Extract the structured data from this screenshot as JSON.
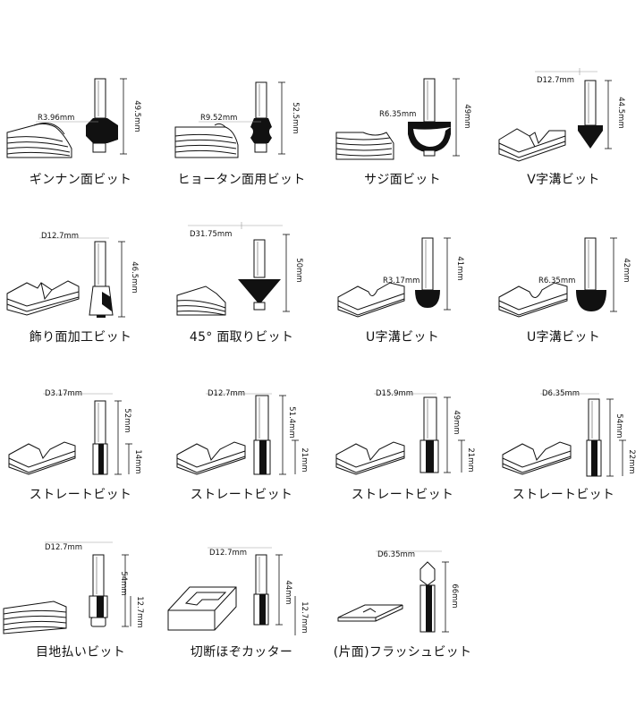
{
  "bits": [
    {
      "name": "ギンナン面ビット",
      "top_dim": "R3.96mm",
      "len_dim": "49.5mm"
    },
    {
      "name": "ヒョータン面用ビット",
      "top_dim": "R9.52mm",
      "len_dim": "52.5mm"
    },
    {
      "name": "サジ面ビット",
      "top_dim": "R6.35mm",
      "len_dim": "49mm"
    },
    {
      "name": "V字溝ビット",
      "top_dim": "D12.7mm",
      "len_dim": "44.5mm"
    },
    {
      "name": "飾り面加工ビット",
      "top_dim": "D12.7mm",
      "len_dim": "46.5mm"
    },
    {
      "name": "45° 面取りビット",
      "top_dim": "D31.75mm",
      "len_dim": "50mm"
    },
    {
      "name": "U字溝ビット",
      "top_dim": "R3.17mm",
      "len_dim": "41mm"
    },
    {
      "name": "U字溝ビット",
      "top_dim": "R6.35mm",
      "len_dim": "42mm"
    },
    {
      "name": "ストレートビット",
      "top_dim": "D3.17mm",
      "len_dim": "52mm",
      "cut_dim": "14mm"
    },
    {
      "name": "ストレートビット",
      "top_dim": "D12.7mm",
      "len_dim": "51.4mm",
      "cut_dim": "21mm"
    },
    {
      "name": "ストレートビット",
      "top_dim": "D15.9mm",
      "len_dim": "49mm",
      "cut_dim": "21mm"
    },
    {
      "name": "ストレートビット",
      "top_dim": "D6.35mm",
      "len_dim": "54mm",
      "cut_dim": "22mm"
    },
    {
      "name": "目地払いビット",
      "top_dim": "D12.7mm",
      "len_dim": "54mm",
      "cut_dim": "12.7mm"
    },
    {
      "name": "切断ほぞカッター",
      "top_dim": "D12.7mm",
      "len_dim": "44mm",
      "cut_dim": "12.7mm"
    },
    {
      "name": "(片面)フラッシュビット",
      "top_dim": "D6.35mm",
      "len_dim": "66mm"
    }
  ]
}
